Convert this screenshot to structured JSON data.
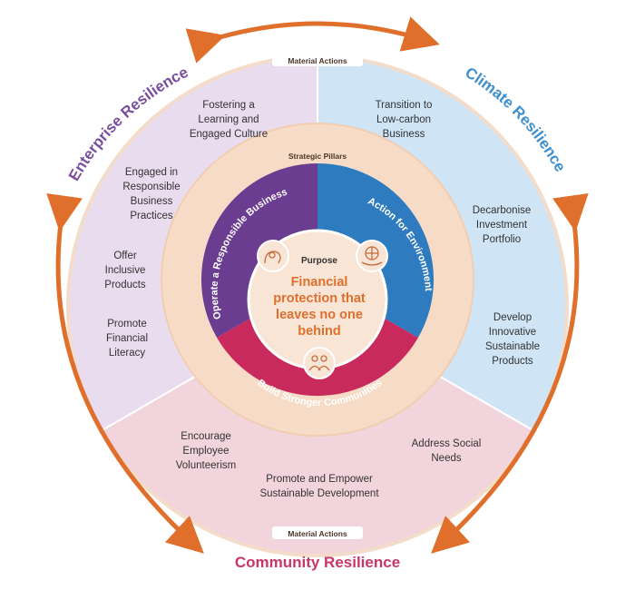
{
  "material_actions_label": "Material Actions",
  "strategic_pillars_label": "Strategic Pillars",
  "purpose": {
    "title": "Purpose",
    "lines": [
      "Financial",
      "protection that",
      "leaves no one",
      "behind"
    ]
  },
  "pillars": {
    "business": "Operate a Responsible Business",
    "environment": "Action for Environment",
    "communities": "Build Stronger Communities"
  },
  "resilience": {
    "enterprise": "Enterprise Resilience",
    "climate": "Climate Resilience",
    "community": "Community Resilience"
  },
  "actions": {
    "enterprise": [
      [
        "Fostering a",
        "Learning and",
        "Engaged Culture"
      ],
      [
        "Engaged in",
        "Responsible",
        "Business",
        "Practices"
      ],
      [
        "Offer",
        "Inclusive",
        "Products"
      ],
      [
        "Promote",
        "Financial",
        "Literacy"
      ]
    ],
    "climate": [
      [
        "Transition to",
        "Low-carbon",
        "Business"
      ],
      [
        "Decarbonise",
        "Investment",
        "Portfolio"
      ],
      [
        "Develop",
        "Innovative",
        "Sustainable",
        "Products"
      ]
    ],
    "community": [
      [
        "Encourage",
        "Employee",
        "Volunteerism"
      ],
      [
        "Promote and Empower",
        "Sustainable Development"
      ],
      [
        "Address Social",
        "Needs"
      ]
    ]
  },
  "colors": {
    "enterprise_bg": "#e8dcee",
    "climate_bg": "#cfe4f5",
    "community_bg": "#f2d4dc",
    "business_pillar": "#6b3d91",
    "environment_pillar": "#2f7bc0",
    "communities_pillar": "#c92a5d",
    "arrow": "#e06f2c",
    "enterprise_title": "#7a4e9e",
    "climate_title": "#3d8fd0",
    "community_title": "#c93567"
  }
}
